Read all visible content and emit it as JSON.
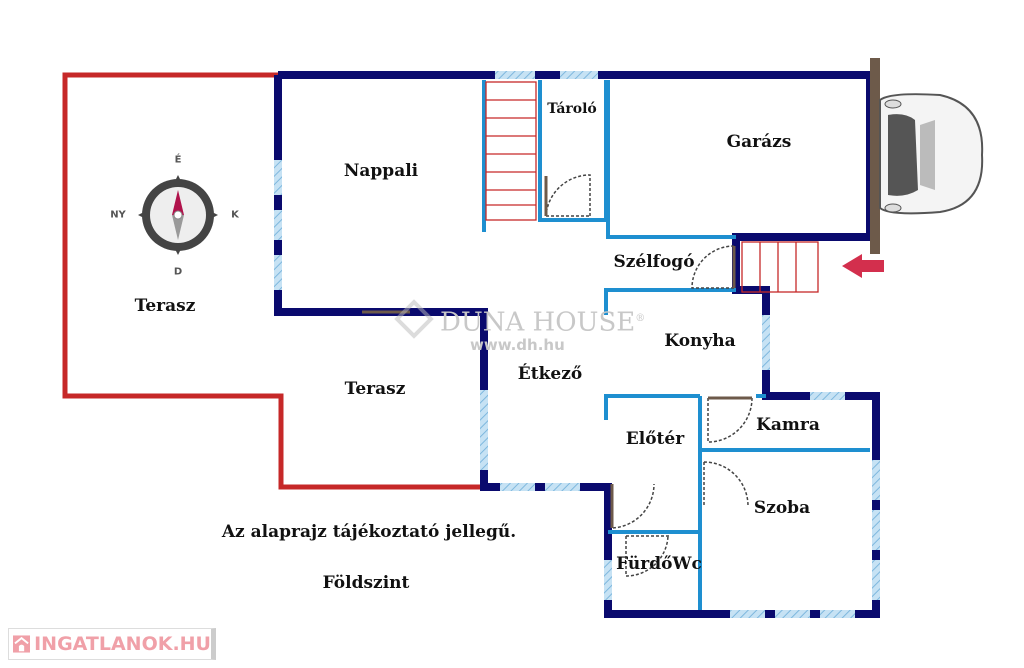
{
  "rooms": {
    "nappali": "Nappali",
    "tarolo": "Tároló",
    "garazs": "Garázs",
    "szelfogo": "Szélfogó",
    "konyha": "Konyha",
    "etkezo": "Étkező",
    "terasz_left": "Terasz",
    "terasz_mid": "Terasz",
    "eloter": "Előtér",
    "kamra": "Kamra",
    "szoba": "Szoba",
    "furdowc": "FürdőWc"
  },
  "notes": {
    "disclaimer": "Az alaprajz tájékoztató jellegű.",
    "level": "Földszint"
  },
  "compass": {
    "north": "É",
    "east": "K",
    "south": "D",
    "west": "NY"
  },
  "watermark": {
    "brand": "DUNA HOUSE",
    "registered": "®",
    "url": "www.dh.hu"
  },
  "logo": {
    "text": "INGATLANOK.HU"
  },
  "colors": {
    "outer_wall": "#0a0a6e",
    "inner_wall": "#1e8fd0",
    "terrace": "#c62828",
    "window": "#9cc9e6",
    "stairs": "#c62828"
  }
}
